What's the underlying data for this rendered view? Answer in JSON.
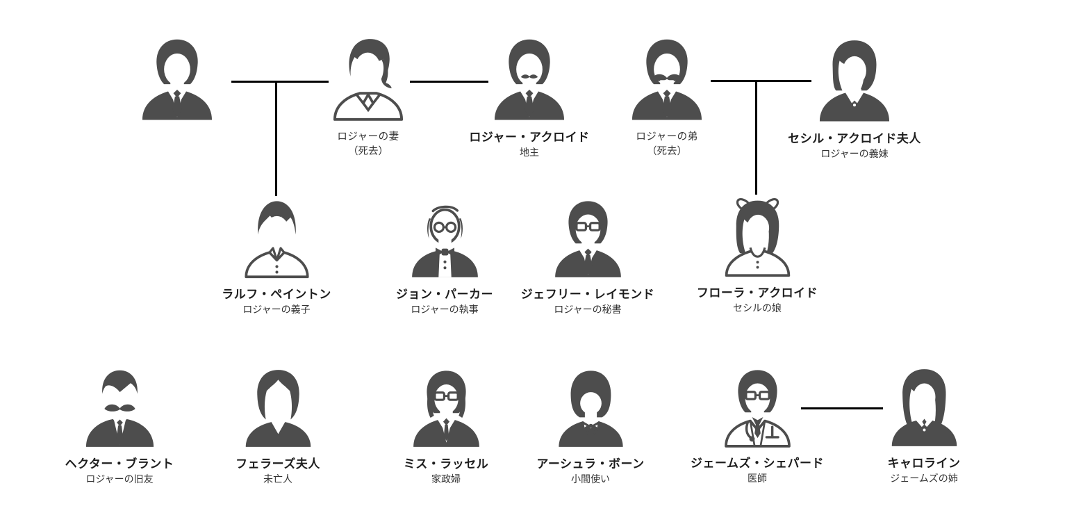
{
  "colors": {
    "icon_gray": "#4d4d4d",
    "connector_black": "#000000",
    "name_text": "#1d1d1d",
    "role_text": "#333333",
    "background": "#ffffff"
  },
  "people": [
    {
      "icon": "man-suit-icon"
    },
    {
      "name": "ロジャーの妻",
      "role": "（死去）",
      "icon": "woman-wavy-hair-icon"
    },
    {
      "name": "ロジャー・アクロイド",
      "role": "地主",
      "icon": "mustache-man-icon"
    },
    {
      "name": "ロジャーの弟",
      "role": "（死去）",
      "icon": "big-mustache-man-icon"
    },
    {
      "name": "セシル・アクロイド夫人",
      "role": "ロジャーの義妹",
      "icon": "bob-hair-woman-icon"
    },
    {
      "name": "ラルフ・ペイントン",
      "role": "ロジャーの義子",
      "icon": "young-man-shirt-icon"
    },
    {
      "name": "ジョン・パーカー",
      "role": "ロジャーの執事",
      "icon": "butler-round-glasses-icon"
    },
    {
      "name": "ジェフリー・レイモンド",
      "role": "ロジャーの秘書",
      "icon": "glasses-man-suit-icon"
    },
    {
      "name": "フローラ・アクロイド",
      "role": "セシルの娘",
      "icon": "girl-ribbon-long-hair-icon"
    },
    {
      "name": "ヘクター・ブラント",
      "role": "ロジャーの旧友",
      "icon": "bald-mustache-man-icon"
    },
    {
      "name": "フェラーズ夫人",
      "role": "未亡人",
      "icon": "long-hair-woman-dress-icon"
    },
    {
      "name": "ミス・ラッセル",
      "role": "家政婦",
      "icon": "glasses-woman-suit-icon"
    },
    {
      "name": "アーシュラ・ボーン",
      "role": "小間使い",
      "icon": "bob-fringe-ribbon-woman-icon"
    },
    {
      "name": "ジェームズ・シェパード",
      "role": "医師",
      "icon": "doctor-white-coat-icon"
    },
    {
      "name": "キャロライン",
      "role": "ジェームズの姉",
      "icon": "long-hair-collar-woman-icon"
    }
  ],
  "connections": [
    {
      "type": "marriage",
      "a": 0,
      "b": 1
    },
    {
      "type": "parent-child",
      "parents": [
        0,
        1
      ],
      "child": 5
    },
    {
      "type": "marriage",
      "a": 1,
      "b": 2
    },
    {
      "type": "marriage",
      "a": 3,
      "b": 4
    },
    {
      "type": "parent-child",
      "parents": [
        3,
        4
      ],
      "child": 8
    },
    {
      "type": "sibling",
      "a": 13,
      "b": 14
    }
  ]
}
